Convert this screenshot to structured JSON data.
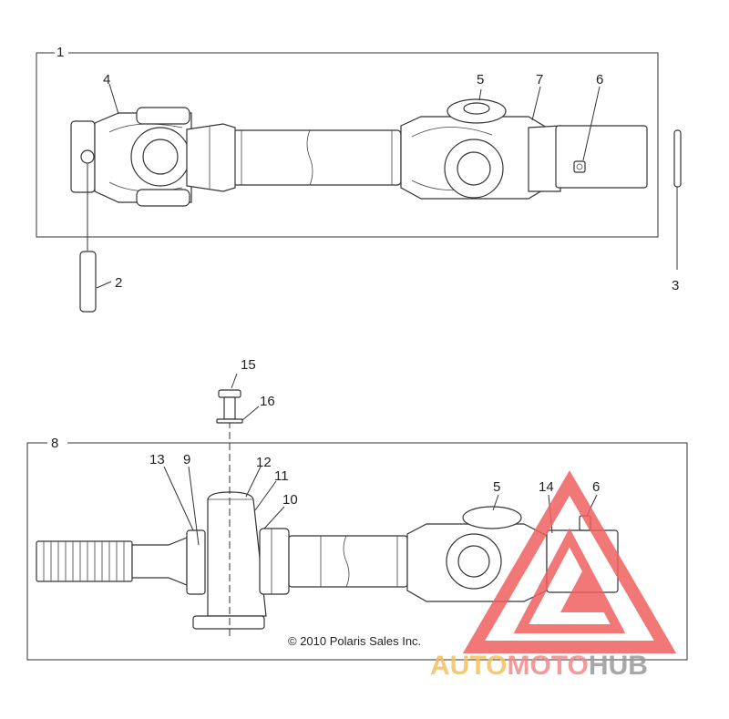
{
  "callouts": {
    "c1": "1",
    "c2": "2",
    "c3": "3",
    "c4": "4",
    "c5a": "5",
    "c6a": "6",
    "c7": "7",
    "c8": "8",
    "c9": "9",
    "c10": "10",
    "c11": "11",
    "c12": "12",
    "c13": "13",
    "c14": "14",
    "c15": "15",
    "c16": "16",
    "c5b": "5",
    "c6b": "6"
  },
  "copyright": "© 2010 Polaris Sales Inc.",
  "watermark": {
    "part1": "AUTO",
    "part2": "MOTO",
    "part3": "HUB",
    "colors": {
      "auto": "#f5c060",
      "moto": "#f08a8a",
      "hub": "#9a9a9a",
      "triangle": "#f06060"
    }
  }
}
